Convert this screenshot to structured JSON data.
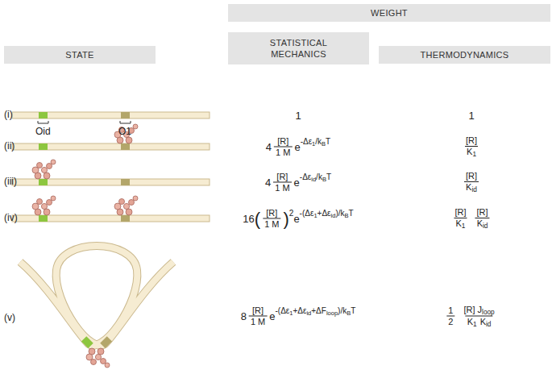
{
  "diagram": {
    "nodes": [
      {
        "text": [
          "WEIGHT"
        ]
      },
      {
        "text": [
          "STATE"
        ]
      },
      {
        "text": [
          "STATISTICAL MECHANICS"
        ]
      },
      {
        "text": [
          "THERMODYNAMICS"
        ]
      }
    ],
    "labels": [
      "(i)",
      "(ii)",
      "(iii)",
      "(iv)",
      "(v)",
      "Oid",
      "O1",
      "1",
      "4",
      "[R]",
      "1 M",
      "e",
      "-Δε",
      "1",
      "/k",
      "B",
      "T",
      "4",
      "[R]",
      "1 M",
      "e",
      "-Δε",
      "id",
      "/k",
      "B",
      "T",
      "16",
      "(",
      "[R]",
      "1 M",
      ")",
      "2",
      "e",
      "-(Δε",
      "1",
      "+Δε",
      "id",
      ")/k",
      "B",
      "T",
      "8",
      "[R]",
      "1 M",
      "e",
      "-(Δε",
      "1",
      "+Δε",
      "id",
      "+ΔF",
      "loop",
      ")/k",
      "B",
      "T",
      "1",
      "[R]",
      "K",
      "1",
      "[R]",
      "K",
      "id",
      "[R]",
      "K",
      "1",
      "[R]",
      "K",
      "id",
      "1",
      "2",
      "[R] J",
      "loop",
      "K",
      "1",
      "K",
      "id"
    ]
  }
}
